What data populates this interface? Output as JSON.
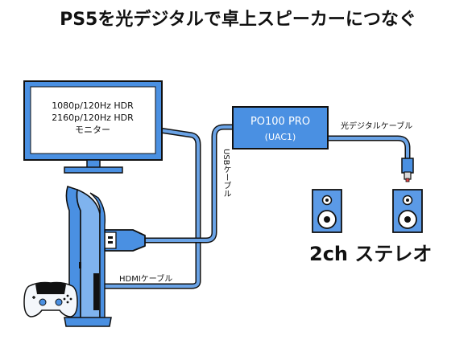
{
  "title": "PS5を光デジタルで卓上スピーカーにつなぐ",
  "monitor": {
    "lines": [
      "1080p/120Hz HDR",
      "2160p/120Hz HDR",
      "モニター"
    ]
  },
  "dac": {
    "name": "PO100 PRO",
    "model": "(UAC1)"
  },
  "cables": {
    "optical": "光デジタルケーブル",
    "usb": "USBケーブル",
    "hdmi": "HDMIケーブル"
  },
  "speakers": {
    "label": "2ch ステレオ"
  },
  "colors": {
    "accent": "#4a90e2",
    "cable": "#6aa3e6",
    "outline": "#111111",
    "speaker": "#5b9ae6"
  }
}
